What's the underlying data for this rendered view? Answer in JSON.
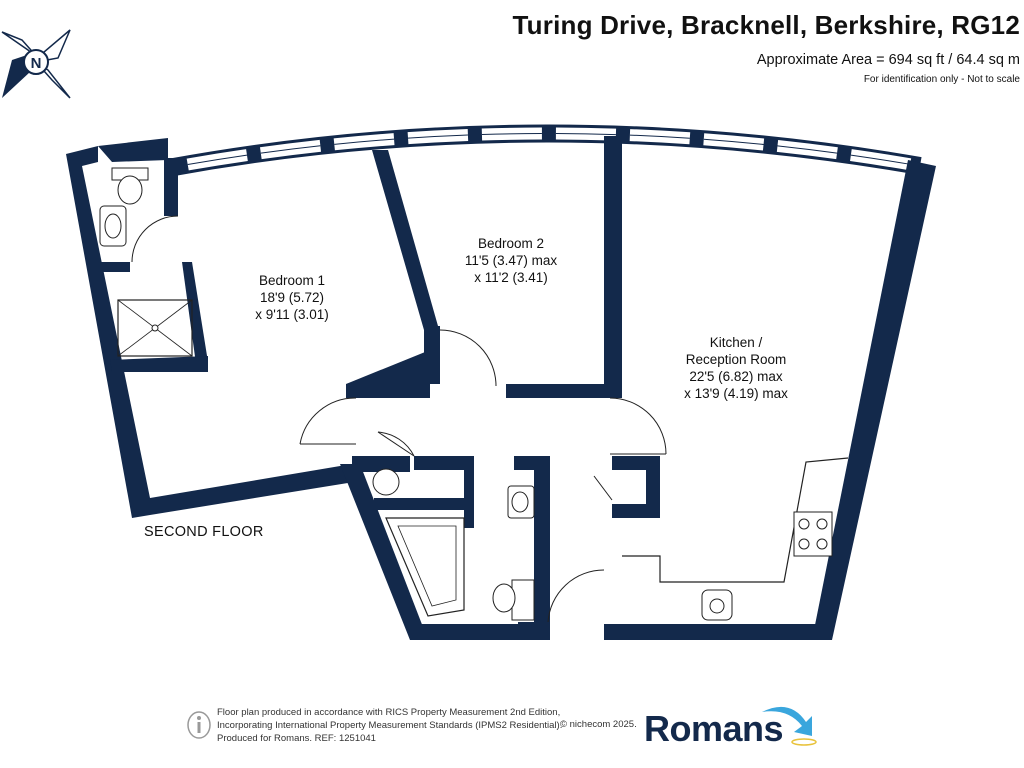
{
  "header": {
    "title": "Turing Drive, Bracknell, Berkshire, RG12",
    "area": "Approximate Area = 694 sq ft / 64.4 sq m",
    "note": "For identification only - Not to scale"
  },
  "compass": {
    "icon": "north-compass-icon",
    "letter": "N"
  },
  "rooms": {
    "bedroom1": {
      "name": "Bedroom 1",
      "dim1": "18'9 (5.72)",
      "dim2": "x 9'11 (3.01)"
    },
    "bedroom2": {
      "name": "Bedroom 2",
      "dim1": "11'5 (3.47) max",
      "dim2": "x 11'2 (3.41)"
    },
    "kitchen": {
      "name": "Kitchen /",
      "name2": "Reception Room",
      "dim1": "22'5 (6.82) max",
      "dim2": "x 13'9 (4.19) max"
    }
  },
  "floor_label": "SECOND FLOOR",
  "footer": {
    "line1": "Floor plan produced in accordance with RICS Property Measurement 2nd Edition,",
    "line2": "Incorporating International Property Measurement Standards (IPMS2 Residential).",
    "line3": "Produced for Romans.   REF: 1251041",
    "copyright": "© nichecom 2025."
  },
  "logo": {
    "text": "Romans"
  },
  "colors": {
    "wall": "#13294b",
    "window": "#ffffff",
    "fixture": "#2a2a2a",
    "logo": "#13294b",
    "swoosh": "#3aa6dd"
  }
}
